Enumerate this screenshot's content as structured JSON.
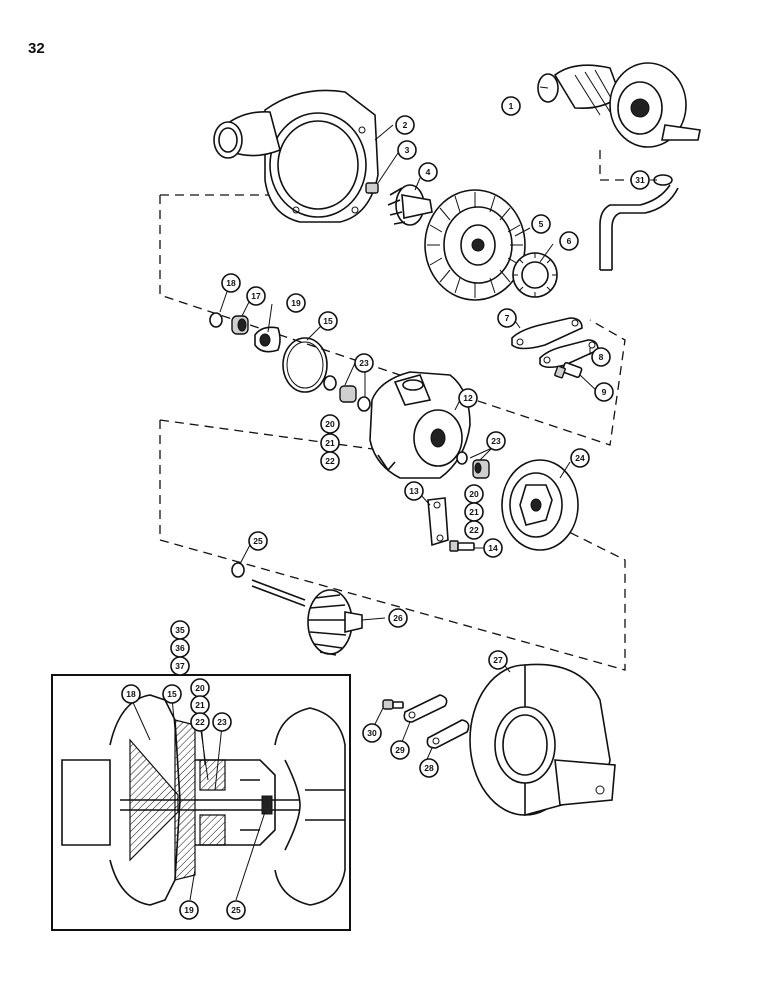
{
  "page": {
    "number": "32"
  },
  "callouts": [
    {
      "id": "1",
      "label": "1"
    },
    {
      "id": "2",
      "label": "2"
    },
    {
      "id": "3",
      "label": "3"
    },
    {
      "id": "4",
      "label": "4"
    },
    {
      "id": "5",
      "label": "5"
    },
    {
      "id": "6",
      "label": "6"
    },
    {
      "id": "7",
      "label": "7"
    },
    {
      "id": "8",
      "label": "8"
    },
    {
      "id": "9",
      "label": "9"
    },
    {
      "id": "12",
      "label": "12"
    },
    {
      "id": "13",
      "label": "13"
    },
    {
      "id": "14",
      "label": "14"
    },
    {
      "id": "15",
      "label": "15"
    },
    {
      "id": "17",
      "label": "17"
    },
    {
      "id": "18",
      "label": "18"
    },
    {
      "id": "19",
      "label": "19"
    },
    {
      "id": "20",
      "label": "20"
    },
    {
      "id": "21",
      "label": "21"
    },
    {
      "id": "22",
      "label": "22"
    },
    {
      "id": "23",
      "label": "23"
    },
    {
      "id": "20b",
      "label": "20"
    },
    {
      "id": "21b",
      "label": "21"
    },
    {
      "id": "22b",
      "label": "22"
    },
    {
      "id": "23b",
      "label": "23"
    },
    {
      "id": "24",
      "label": "24"
    },
    {
      "id": "25",
      "label": "25"
    },
    {
      "id": "26",
      "label": "26"
    },
    {
      "id": "27",
      "label": "27"
    },
    {
      "id": "28",
      "label": "28"
    },
    {
      "id": "29",
      "label": "29"
    },
    {
      "id": "30",
      "label": "30"
    },
    {
      "id": "31",
      "label": "31"
    },
    {
      "id": "35",
      "label": "35"
    },
    {
      "id": "36",
      "label": "36"
    },
    {
      "id": "37",
      "label": "37"
    },
    {
      "id": "c18",
      "label": "18"
    },
    {
      "id": "c15",
      "label": "15"
    },
    {
      "id": "c20",
      "label": "20"
    },
    {
      "id": "c21",
      "label": "21"
    },
    {
      "id": "c22",
      "label": "22"
    },
    {
      "id": "c23",
      "label": "23"
    },
    {
      "id": "c19",
      "label": "19"
    },
    {
      "id": "c25",
      "label": "25"
    }
  ]
}
